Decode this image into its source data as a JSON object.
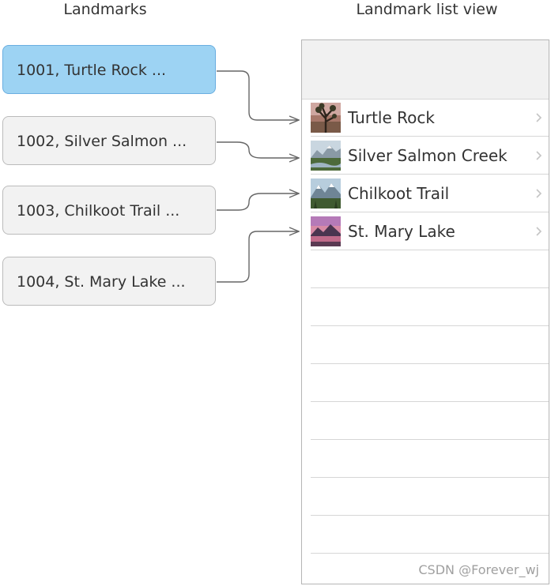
{
  "headings": {
    "left": "Landmarks",
    "right": "Landmark list view"
  },
  "records": [
    {
      "label": "1001, Turtle Rock ...",
      "selected": true
    },
    {
      "label": "1002, Silver Salmon ...",
      "selected": false
    },
    {
      "label": "1003, Chilkoot Trail ...",
      "selected": false
    },
    {
      "label": "1004, St. Mary Lake ...",
      "selected": false
    }
  ],
  "list_rows": [
    {
      "name": "Turtle Rock",
      "thumb_icon": "desert-tree-thumbnail"
    },
    {
      "name": "Silver Salmon Creek",
      "thumb_icon": "mountain-creek-thumbnail"
    },
    {
      "name": "Chilkoot Trail",
      "thumb_icon": "snowy-mountains-thumbnail"
    },
    {
      "name": "St. Mary Lake",
      "thumb_icon": "sunset-lake-thumbnail"
    }
  ],
  "chevron_icon": "chevron-right-icon",
  "watermark": "CSDN @Forever_wj",
  "colors": {
    "selected_fill": "#9dd3f3",
    "selected_border": "#6aaee0",
    "record_fill": "#f2f2f2",
    "connector": "#666666"
  }
}
